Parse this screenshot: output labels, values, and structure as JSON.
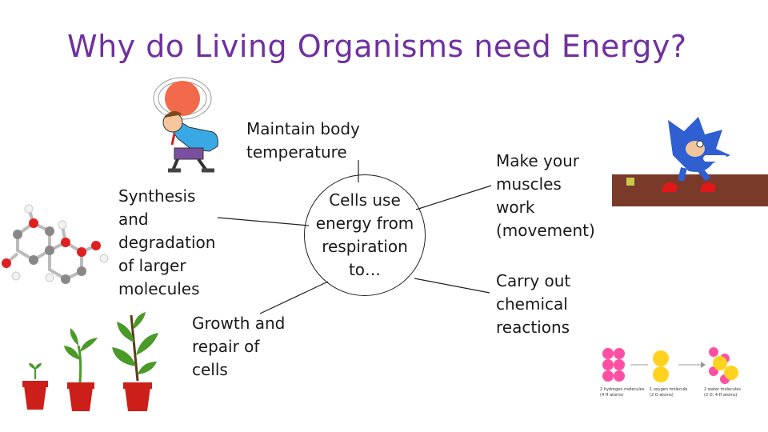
{
  "title": "Why do Living Organisms need Energy?",
  "center": {
    "text": "Cells use\nenergy from\nrespiration\nto…"
  },
  "labels": {
    "body_temperature": "Maintain body\ntemperature",
    "synthesis": "Synthesis\nand\ndegradation\nof larger\nmolecules",
    "growth": "Growth and\nrepair of\ncells",
    "muscles": "Make your\nmuscles\nwork\n(movement)",
    "chemical": "Carry out\nchemical\nreactions"
  },
  "reaction_captions": [
    "2 hydrogen molecules\n(4 H atoms)",
    "1 oxygen molecule\n(2 O atoms)",
    "2 water molecules\n(2 O, 4 H atoms)"
  ],
  "colors": {
    "title": "#7030a0",
    "hydrogen": "#ff4fa3",
    "oxygen": "#ffd21f",
    "pot": "#cc1f1a",
    "leaf": "#4a9a2a"
  },
  "icons": [
    "hot-person-icon",
    "sugar-molecule-icon",
    "growing-plants-icon",
    "running-hedgehog-icon",
    "reaction-molecules-icon"
  ]
}
